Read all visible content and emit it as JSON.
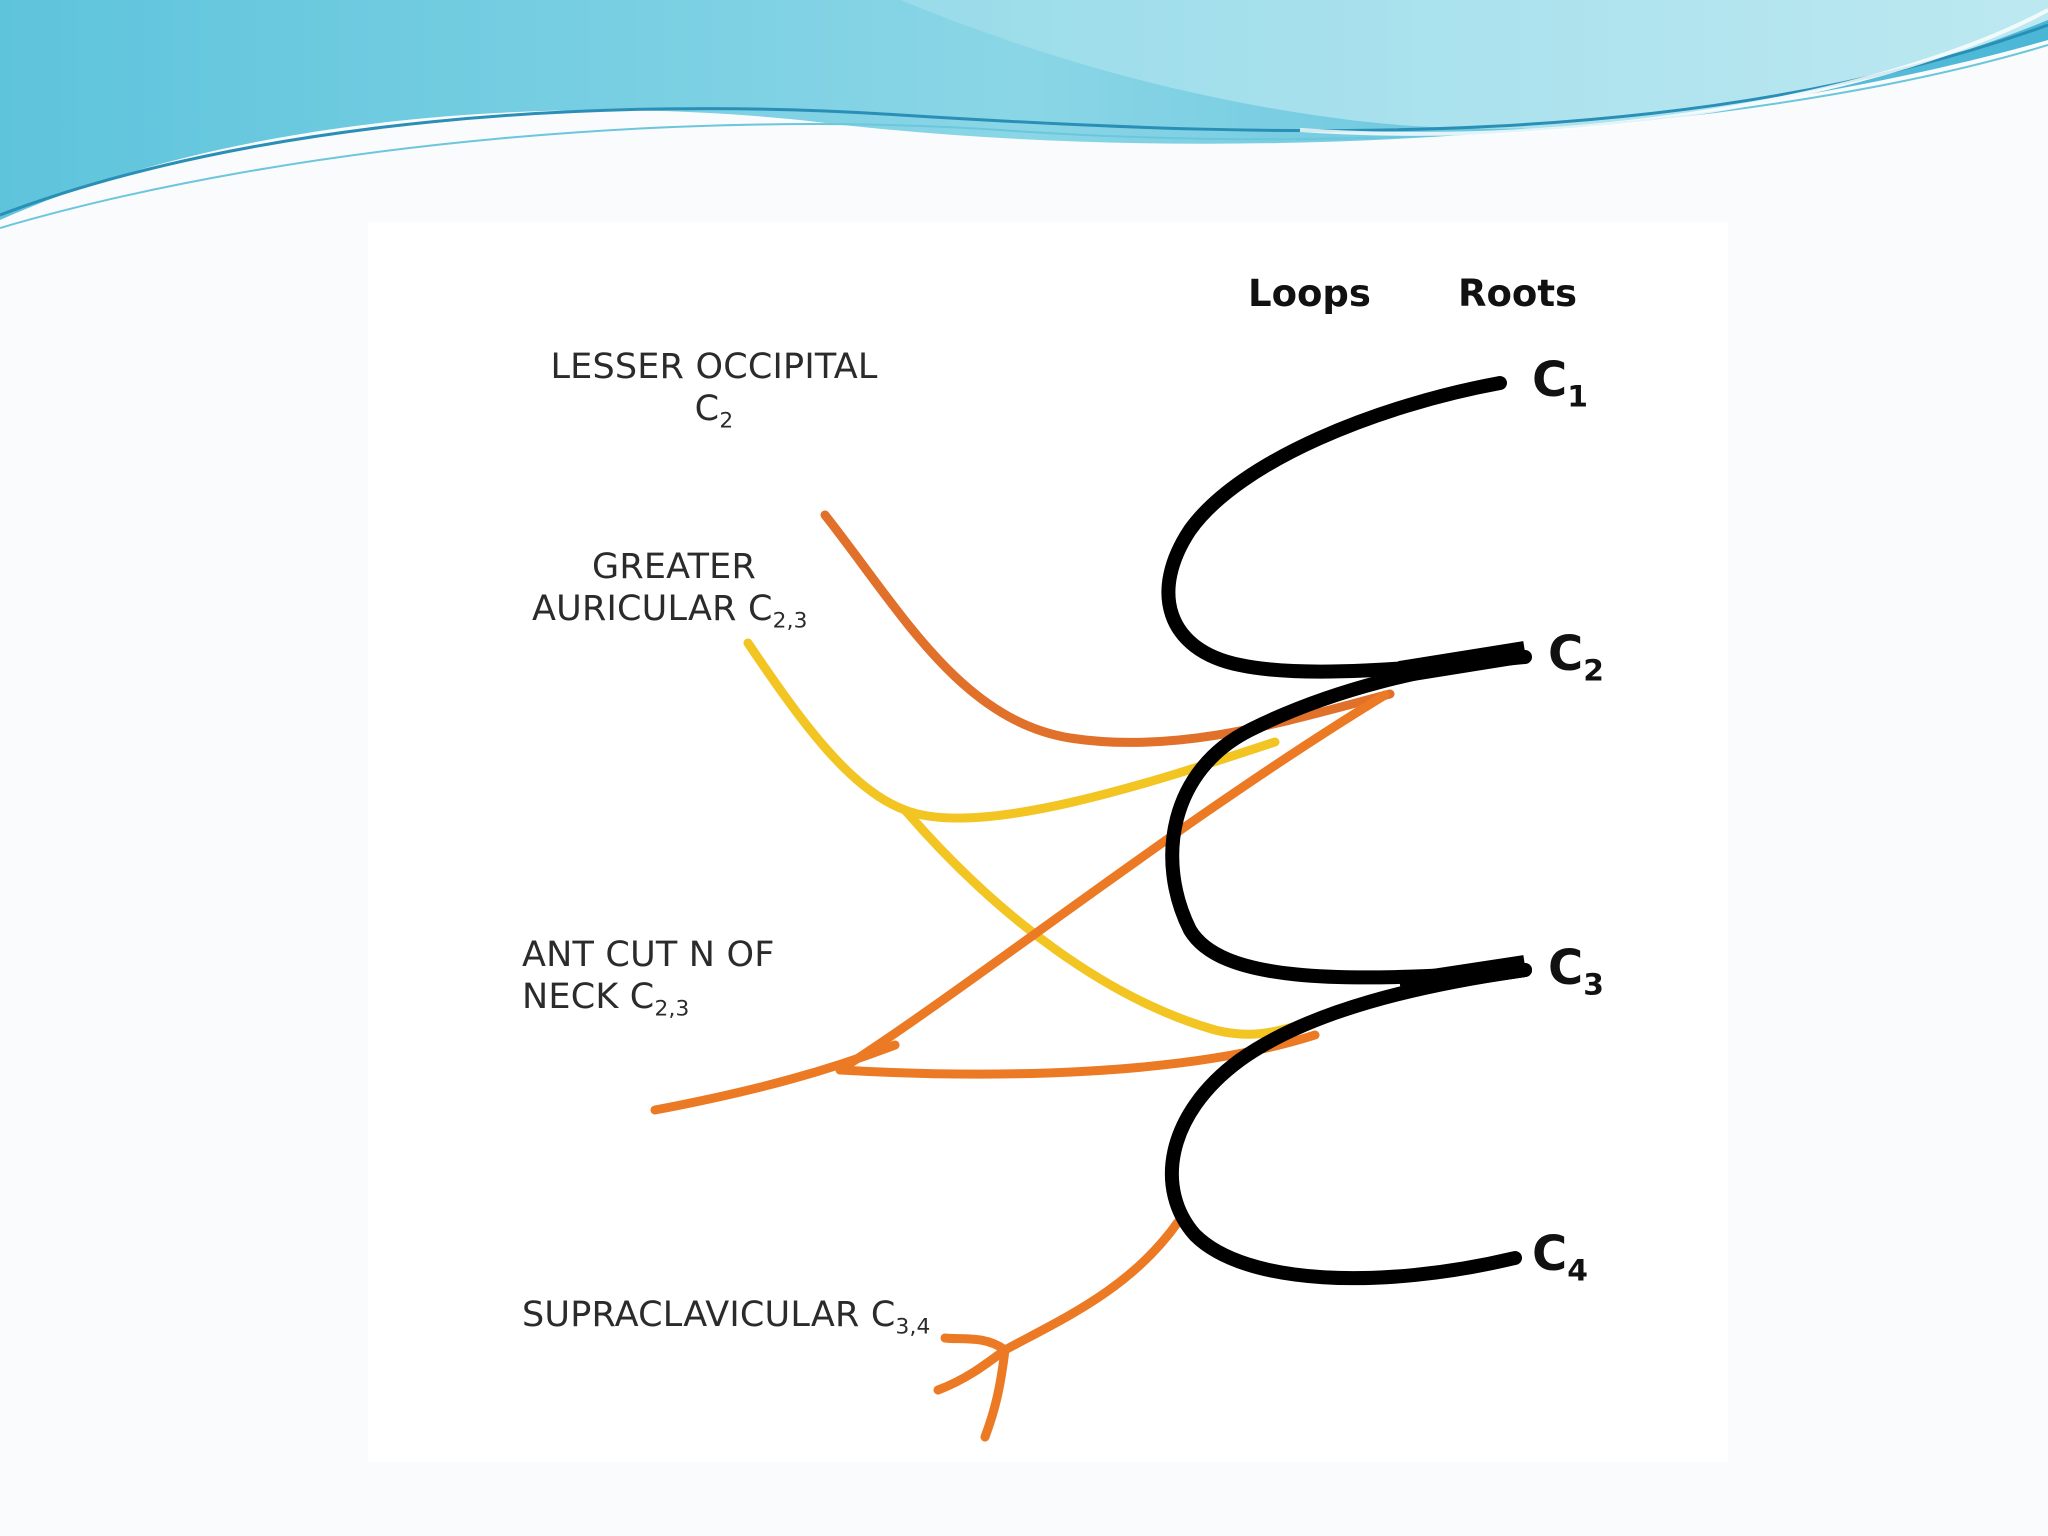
{
  "headers": {
    "loops": "Loops",
    "roots": "Roots"
  },
  "roots": [
    {
      "base": "C",
      "sub": "1"
    },
    {
      "base": "C",
      "sub": "2"
    },
    {
      "base": "C",
      "sub": "3"
    },
    {
      "base": "C",
      "sub": "4"
    }
  ],
  "nerves": {
    "lesser_occipital": {
      "line1": "LESSER OCCIPITAL",
      "base": "C",
      "sub": "2"
    },
    "greater_auricular": {
      "line1": "GREATER",
      "line2": "AURICULAR C",
      "sub": "2,3"
    },
    "ant_cut_neck": {
      "line1": "ANT CUT N OF",
      "line2": "NECK C",
      "sub": "2,3"
    },
    "supraclavicular": {
      "line1": "SUPRACLAVICULAR C",
      "sub": "3,4"
    }
  },
  "colors": {
    "loop": "#000000",
    "lesser_occipital": "#e0702a",
    "greater_auricular": "#f2c522",
    "branch_orange": "#ec7a24",
    "wave_light": "#8fd8e6",
    "wave_dark": "#3aa6c6"
  }
}
